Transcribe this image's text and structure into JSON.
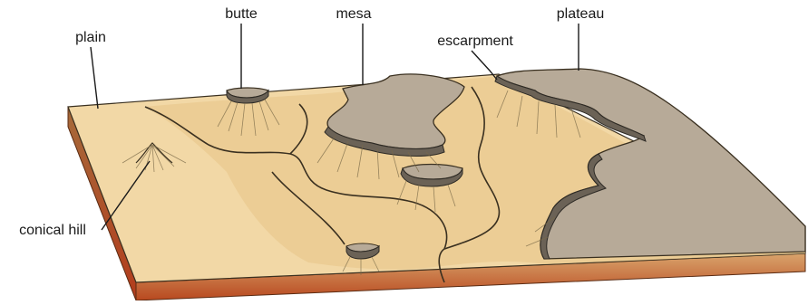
{
  "labels": {
    "butte": "butte",
    "mesa": "mesa",
    "plateau": "plateau",
    "plain": "plain",
    "escarpment": "escarpment",
    "conical_hill": "conical hill"
  },
  "colors": {
    "plain_surface": "#f2d8a6",
    "slope_shade": "#e6c58a",
    "tableland_top": "#b7aa98",
    "tableland_edge": "#7f7466",
    "block_side_top": "#9a5a34",
    "block_side_bottom": "#b33c1c",
    "soil_band": "#d9a46c"
  }
}
